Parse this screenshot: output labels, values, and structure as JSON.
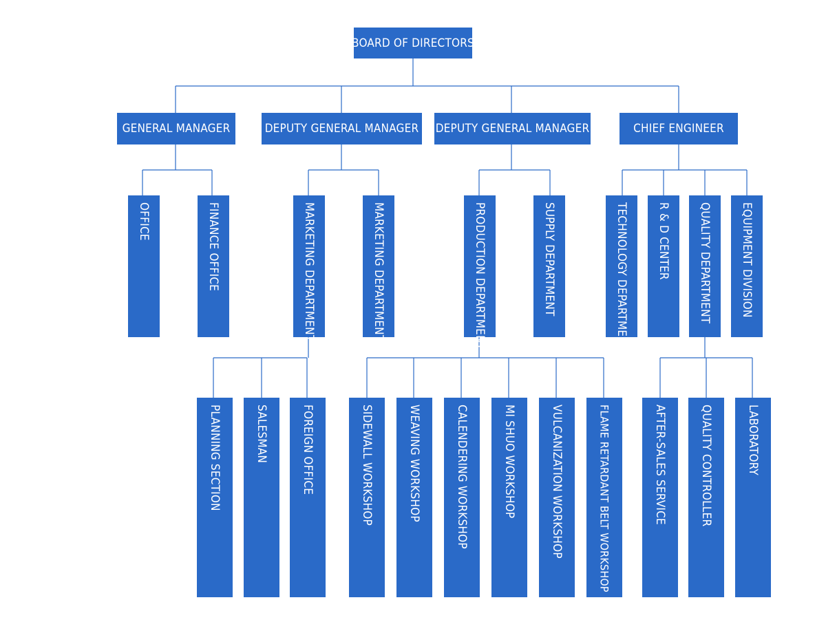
{
  "org": {
    "board": "BOARD OF DIRECTORS",
    "gm": "GENERAL MANAGER",
    "dgm1": "DEPUTY GENERAL MANAGER",
    "dgm2": "DEPUTY GENERAL MANAGER",
    "ce": "CHIEF ENGINEER",
    "office": "OFFICE",
    "finance": "FINANCE OFFICE",
    "marketing1": "MARKETING DEPARTMENT",
    "marketing2": "MARKETING DEPARTMENT",
    "production": "PRODUCTION DEPARTMENT",
    "supply": "SUPPLY DEPARTMENT",
    "technology": "TECHNOLOGY DEPARTMENT",
    "rd": "R & D CENTER",
    "quality": "QUALITY DEPARTMENT",
    "equipment": "EQUIPMENT DIVISION",
    "planning": "PLANNING SECTION",
    "salesman": "SALESMAN",
    "foreign": "FOREIGN OFFICE",
    "sidewall": "SIDEWALL WORKSHOP",
    "weaving": "WEAVING WORKSHOP",
    "calendering": "CALENDERING WORKSHOP",
    "mishuo": "MI SHUO WORKSHOP",
    "vulcanization": "VULCANIZATION WORKSHOP",
    "flame": "FLAME RETARDANT BELT WORKSHOP",
    "aftersales": "AFTER-SALES SERVICE",
    "qc": "QUALITY CONTROLLER",
    "lab": "LABORATORY"
  },
  "colors": {
    "box": "#2a6ac8",
    "text": "#ffffff",
    "line": "#2a6ac8"
  }
}
